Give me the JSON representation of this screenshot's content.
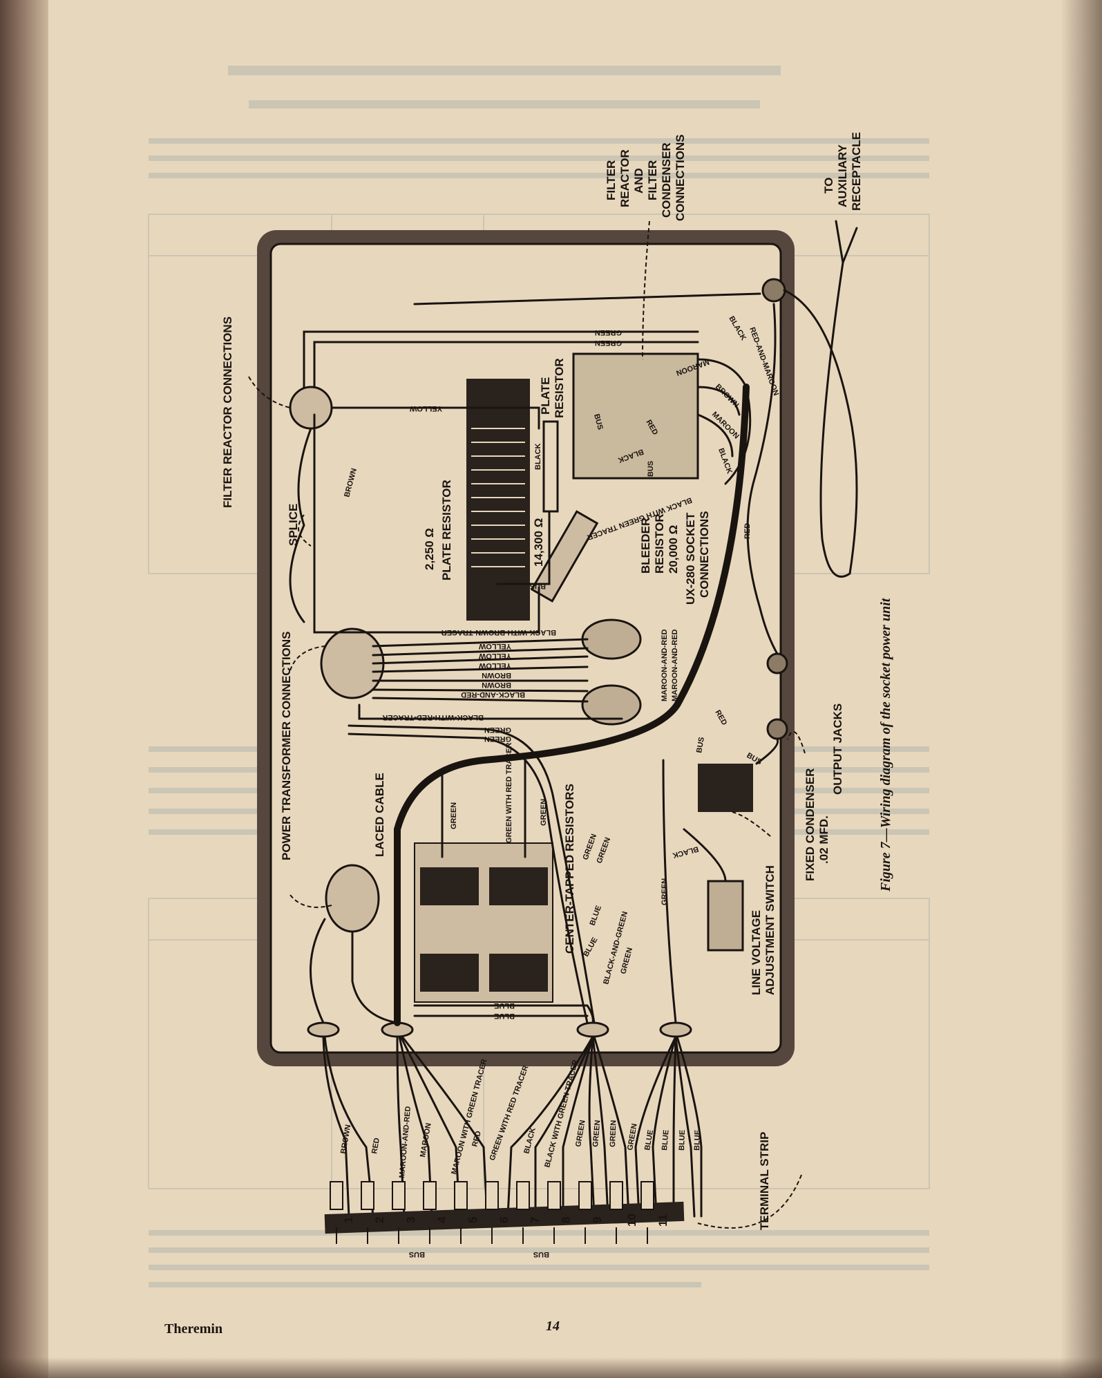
{
  "labels": {
    "filter_reactor": "FILTER REACTOR CONNECTIONS",
    "splice": "SPLICE",
    "power_transformer": "POWER TRANSFORMER CONNECTIONS",
    "laced_cable": "LACED CABLE",
    "center_tapped": "CENTER-TAPPED RESISTORS",
    "plate_resistor_big": [
      "2,250 Ω",
      "PLATE RESISTOR"
    ],
    "plate_resistor_small": [
      "PLATE",
      "RESISTOR"
    ],
    "plate_value": "14,300 Ω",
    "bleeder": [
      "BLEEDER",
      "RESISTOR",
      "20,000 Ω"
    ],
    "ux280": [
      "UX-280 SOCKET",
      "CONNECTIONS"
    ],
    "filter_condenser": [
      "FILTER",
      "REACTOR",
      "AND",
      "FILTER",
      "CONDENSER",
      "CONNECTIONS"
    ],
    "auxiliary": [
      "TO",
      "AUXILIARY",
      "RECEPTACLE"
    ],
    "output_jacks": "OUTPUT JACKS",
    "fixed_condenser": [
      "FIXED CONDENSER",
      ".02 MFD."
    ],
    "line_voltage": [
      "LINE VOLTAGE",
      "ADJUSTMENT SWITCH"
    ],
    "terminal_strip": "TERMINAL STRIP",
    "caption": "Figure 7—Wiring diagram of the socket power unit"
  },
  "wire_labels": {
    "top_green": [
      "GREEN",
      "GREEN"
    ],
    "yellow_top": "YELLOW",
    "brown_left": "BROWN",
    "black_plate": "BLACK",
    "bus": "BUS",
    "right_col": [
      "BLACK",
      "RED-AND-MAROON",
      "MAROON",
      "BROWN",
      "MAROON",
      "BLACK",
      "BLACK WITH GREEN TRACER",
      "RED",
      "RED",
      "BUS",
      "BUS",
      "BLACK"
    ],
    "inner": [
      "RED",
      "BLACK",
      "BUS",
      "BUS"
    ],
    "middle_bundle": [
      "BLACK-WITH-BROWN-TRACER",
      "YELLOW",
      "YELLOW",
      "YELLOW",
      "BROWN",
      "BROWN",
      "BLACK-AND-RED",
      "BLACK-WITH-RED-TRACER",
      "GREEN",
      "GREEN"
    ],
    "maroon_red": [
      "MAROON-AND-RED",
      "MAROON-AND-RED"
    ],
    "lower_bundle": [
      "GREEN",
      "GREEN WITH RED TRACER",
      "GREEN",
      "GREEN",
      "GREEN",
      "BLUE",
      "BLUE",
      "BLACK-AND-GREEN",
      "GREEN",
      "GREEN"
    ],
    "blue_bottom": [
      "BLUE",
      "BLUE"
    ]
  },
  "terminal_wires": [
    "BROWN",
    "RED",
    "MAROON-AND-RED",
    "MAROON",
    "MAROON WITH GREEN TRACER",
    "RED",
    "GREEN WITH RED TRACER",
    "BLACK",
    "BLACK WITH GREEN TRACER",
    "GREEN",
    "GREEN",
    "GREEN",
    "GREEN",
    "BLUE",
    "BLUE",
    "BLUE",
    "BLUE"
  ],
  "terminals": [
    "1",
    "2",
    "3",
    "4",
    "5",
    "6",
    "7",
    "8",
    "9",
    "10",
    "11"
  ],
  "terminal_bus": [
    "BUS",
    "BUS"
  ],
  "footer": {
    "left": "Theremin",
    "page": "14"
  }
}
